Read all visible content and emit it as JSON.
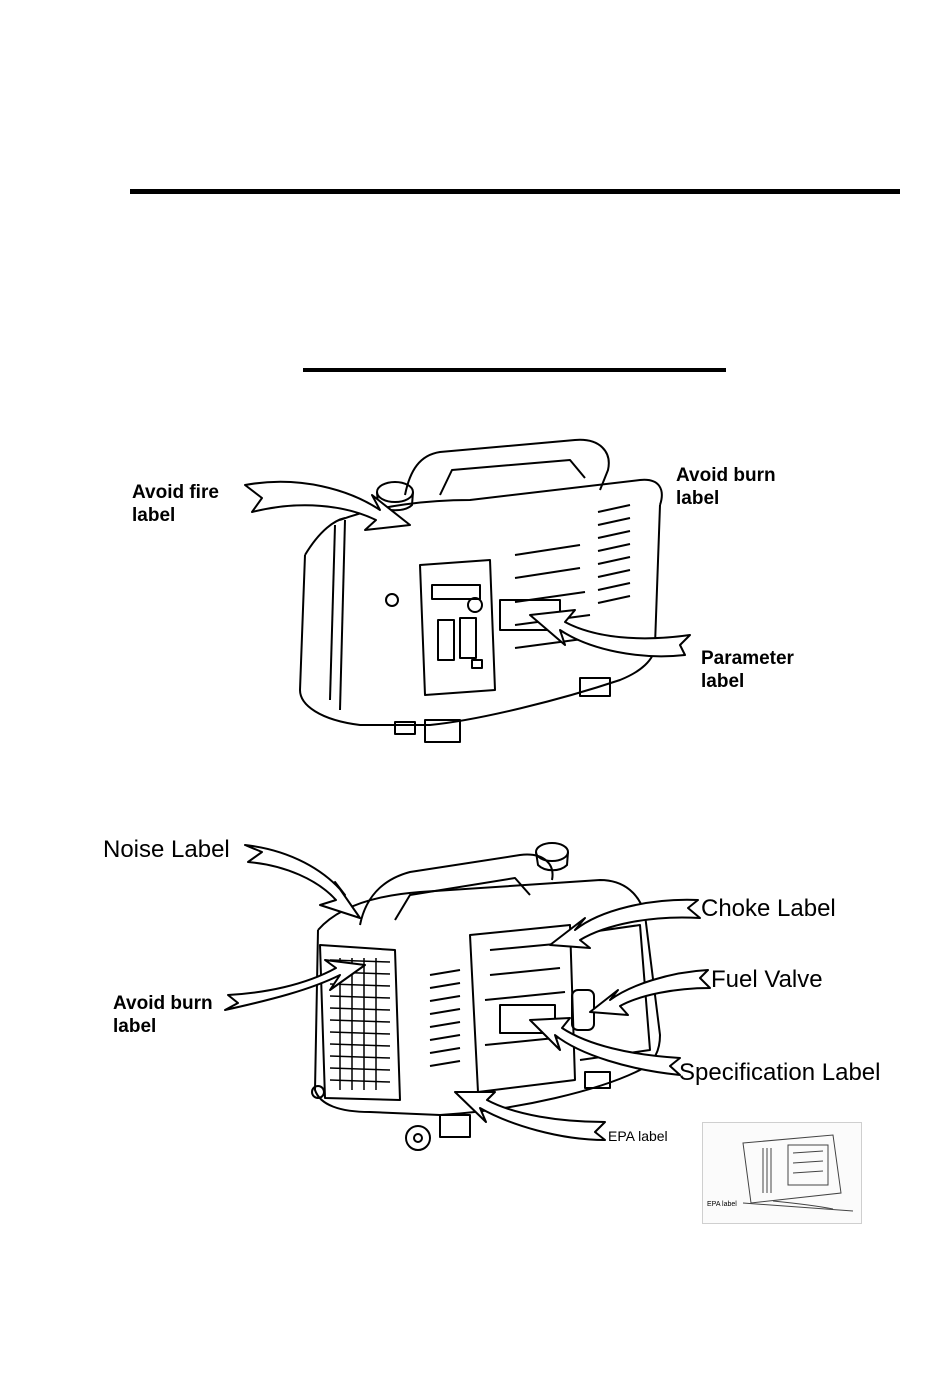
{
  "figure_top": {
    "labels": {
      "avoid_fire": "Avoid fire\nlabel",
      "avoid_burn": "Avoid burn\nlabel",
      "parameter": "Parameter\nlabel"
    }
  },
  "figure_bottom": {
    "labels": {
      "noise": "Noise Label",
      "choke": "Choke Label",
      "fuel_valve": "Fuel Valve",
      "avoid_burn": "Avoid burn\nlabel",
      "specification": "Specification Label",
      "epa": "EPA label"
    },
    "inset": {
      "caption": "EPA label"
    }
  }
}
